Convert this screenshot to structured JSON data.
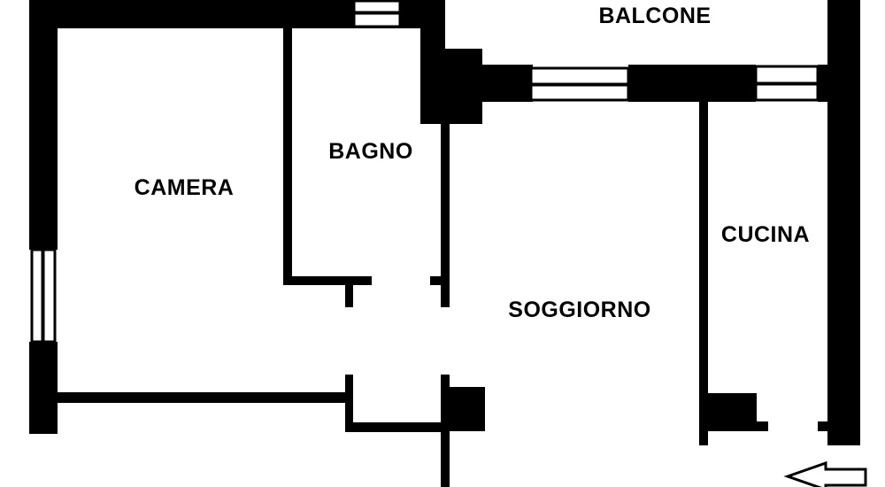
{
  "plan": {
    "type": "floor-plan",
    "colors": {
      "wall": "#000000",
      "background": "#ffffff"
    },
    "rooms": [
      {
        "id": "camera",
        "label": "CAMERA"
      },
      {
        "id": "bagno",
        "label": "BAGNO"
      },
      {
        "id": "balcone",
        "label": "BALCONE"
      },
      {
        "id": "soggiorno",
        "label": "SOGGIORNO"
      },
      {
        "id": "cucina",
        "label": "CUCINA"
      }
    ],
    "windows": [
      {
        "id": "window-bagno-top"
      },
      {
        "id": "window-camera-left"
      },
      {
        "id": "window-soggiorno-balcone"
      },
      {
        "id": "window-cucina-balcone"
      }
    ],
    "entrance": {
      "icon": "arrow-left-icon",
      "direction": "left"
    }
  }
}
